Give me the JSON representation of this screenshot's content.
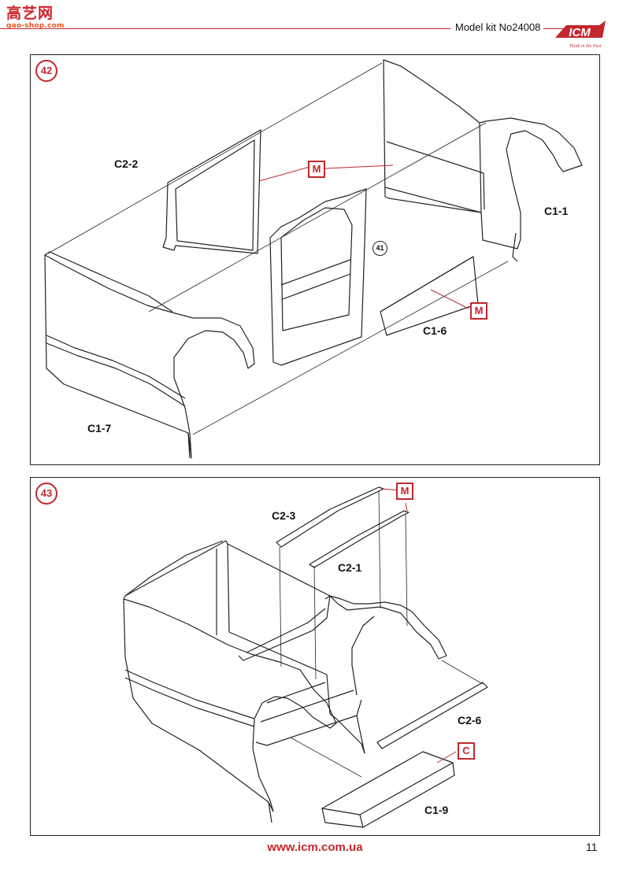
{
  "header": {
    "watermark_top": "高艺网",
    "watermark_url": "gao-shop.com",
    "kit_title": "Model kit No24008",
    "logo_text": "ICM",
    "logo_slogan": "Think in the Past"
  },
  "step42": {
    "badge": "42",
    "ref": "41",
    "labels": {
      "c2_2": "C2-2",
      "c1_1": "C1-1",
      "c1_6": "C1-6",
      "c1_7": "C1-7"
    },
    "mark_top": "M",
    "mark_right": "M"
  },
  "step43": {
    "badge": "43",
    "labels": {
      "c2_3": "C2-3",
      "c2_1": "C2-1",
      "c2_6": "C2-6",
      "c1_9": "C1-9"
    },
    "mark_top": "M",
    "mark_c": "C"
  },
  "footer": {
    "url": "www.icm.com.ua",
    "page_number": "11"
  },
  "colors": {
    "accent": "#c2272d",
    "line": "#222222"
  }
}
